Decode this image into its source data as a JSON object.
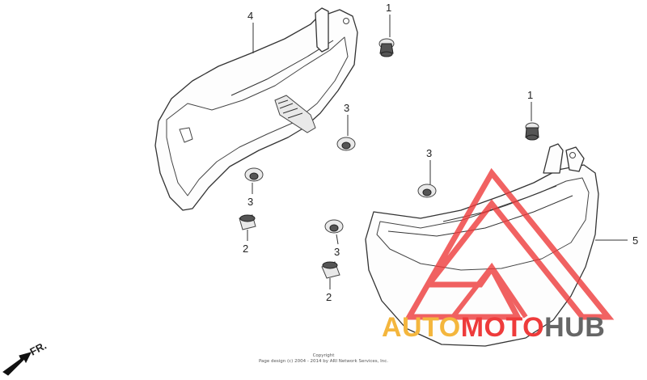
{
  "callouts": {
    "c1a": "1",
    "c1b": "1",
    "c2a": "2",
    "c2b": "2",
    "c3a": "3",
    "c3b": "3",
    "c3c": "3",
    "c3d": "3",
    "c4": "4",
    "c5": "5"
  },
  "direction": {
    "label": "FR.",
    "icon": "front-direction-arrow-icon"
  },
  "watermark": {
    "word_auto": "AUTO",
    "word_moto": "MOTO",
    "word_hub": "HUB",
    "colors": {
      "auto": "#f4b63d",
      "moto": "#ee3b3b",
      "hub": "#666666",
      "triangle": "#ee3b3b"
    }
  },
  "copyright": {
    "line1": "Copyright",
    "line2": "Page design (c) 2004 - 2014 by ARI Network Services, Inc."
  }
}
